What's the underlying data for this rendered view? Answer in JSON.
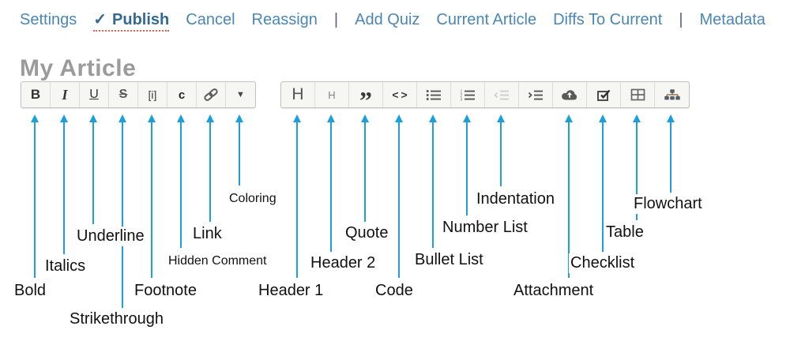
{
  "menu": {
    "items": [
      {
        "label": "Settings"
      },
      {
        "label": "Publish",
        "prefix": "✓",
        "active": true
      },
      {
        "label": "Cancel"
      },
      {
        "label": "Reassign"
      },
      {
        "label": "|"
      },
      {
        "label": "Add Quiz"
      },
      {
        "label": "Current Article"
      },
      {
        "label": "Diffs To Current"
      },
      {
        "label": "|"
      },
      {
        "label": "Metadata"
      }
    ]
  },
  "page_title": "My Article",
  "toolbar_primary": {
    "buttons": [
      {
        "id": "bold",
        "glyph": "B"
      },
      {
        "id": "italic",
        "glyph": "I"
      },
      {
        "id": "underline",
        "glyph": "U"
      },
      {
        "id": "strikethrough",
        "glyph": "S"
      },
      {
        "id": "footnote",
        "glyph": "[i]"
      },
      {
        "id": "hidden-comment",
        "glyph": "c"
      },
      {
        "id": "link",
        "icon": "link-icon"
      },
      {
        "id": "coloring",
        "glyph": "▼"
      }
    ]
  },
  "toolbar_secondary": {
    "buttons": [
      {
        "id": "header-1",
        "glyph": "H"
      },
      {
        "id": "header-2",
        "glyph": "H"
      },
      {
        "id": "quote",
        "glyph": "”"
      },
      {
        "id": "code",
        "glyph": "<>"
      },
      {
        "id": "bullet-list",
        "icon": "bullet-list-icon"
      },
      {
        "id": "number-list",
        "icon": "number-list-icon"
      },
      {
        "id": "outdent",
        "icon": "outdent-icon",
        "disabled": true
      },
      {
        "id": "indent",
        "icon": "indent-icon"
      },
      {
        "id": "attachment",
        "icon": "cloud-upload-icon"
      },
      {
        "id": "checklist",
        "icon": "checklist-icon"
      },
      {
        "id": "table",
        "icon": "table-icon"
      },
      {
        "id": "flowchart",
        "icon": "flowchart-icon"
      }
    ]
  },
  "annotations": [
    {
      "label": "Bold"
    },
    {
      "label": "Italics"
    },
    {
      "label": "Underline"
    },
    {
      "label": "Strikethrough"
    },
    {
      "label": "Footnote"
    },
    {
      "label": "Hidden Comment"
    },
    {
      "label": "Link"
    },
    {
      "label": "Coloring"
    },
    {
      "label": "Header 1"
    },
    {
      "label": "Header 2"
    },
    {
      "label": "Quote"
    },
    {
      "label": "Code"
    },
    {
      "label": "Bullet List"
    },
    {
      "label": "Number List"
    },
    {
      "label": "Indentation"
    },
    {
      "label": "Attachment"
    },
    {
      "label": "Checklist"
    },
    {
      "label": "Table"
    },
    {
      "label": "Flowchart"
    }
  ],
  "colors": {
    "menu_link_blue": "#4a87b5",
    "active_link_blue": "#336a93",
    "spellcheck_red": "#e2604e",
    "arrow_blue": "#1d9fdd",
    "title_gray": "#9b9b9b"
  }
}
